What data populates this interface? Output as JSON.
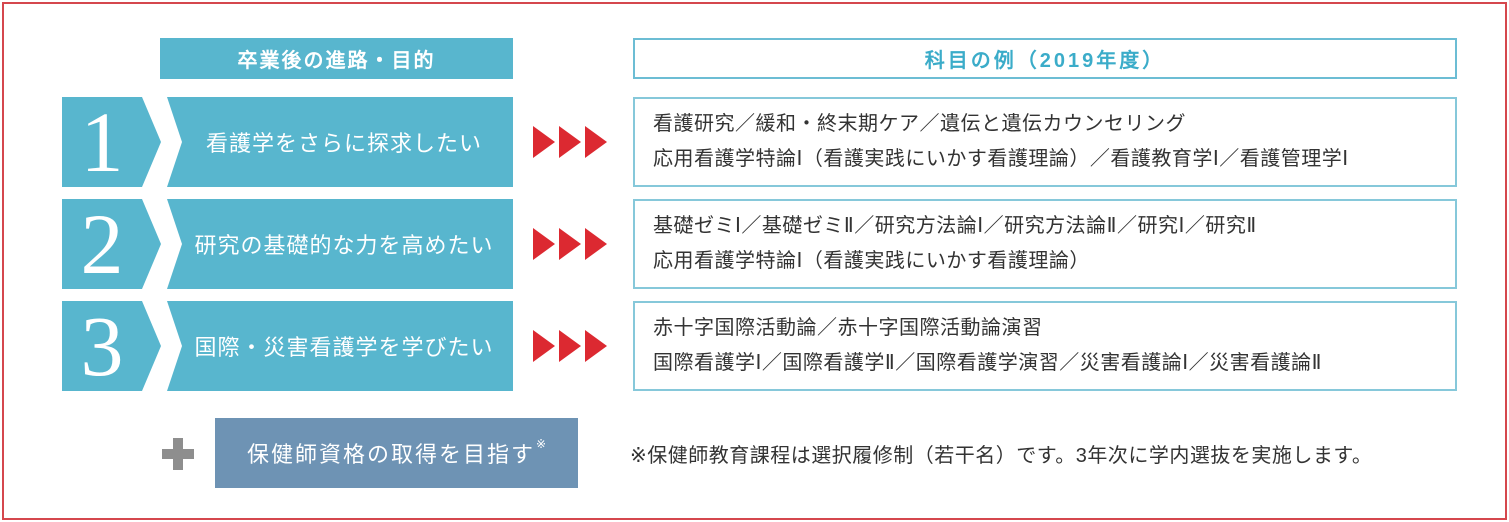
{
  "colors": {
    "teal": "#58b6ce",
    "teal_border": "#86c8da",
    "teal_text": "#3bacc9",
    "arrow_red": "#dc2931",
    "frame_red": "#d5474d",
    "slate_blue": "#6e93b4",
    "plus_gray": "#8e8e8e",
    "body_text": "#333333"
  },
  "header": {
    "left": "卒業後の進路・目的",
    "right": "科目の例（2019年度）"
  },
  "rows": [
    {
      "number": "1",
      "goal": "看護学をさらに探求したい",
      "subjects": [
        "看護研究／緩和・終末期ケア／遺伝と遺伝カウンセリング",
        "応用看護学特論Ⅰ（看護実践にいかす看護理論）／看護教育学Ⅰ／看護管理学Ⅰ"
      ]
    },
    {
      "number": "2",
      "goal": "研究の基礎的な力を高めたい",
      "subjects": [
        "基礎ゼミⅠ／基礎ゼミⅡ／研究方法論Ⅰ／研究方法論Ⅱ／研究Ⅰ／研究Ⅱ",
        "応用看護学特論Ⅰ（看護実践にいかす看護理論）"
      ]
    },
    {
      "number": "3",
      "goal": "国際・災害看護学を学びたい",
      "subjects": [
        "赤十字国際活動論／赤十字国際活動論演習",
        "国際看護学Ⅰ／国際看護学Ⅱ／国際看護学演習／災害看護論Ⅰ／災害看護論Ⅱ"
      ]
    }
  ],
  "extra": {
    "plus_label": "保健師資格の取得を目指す",
    "superscript": "※",
    "note": "※保健師教育課程は選択履修制（若干名）です。3年次に学内選抜を実施します。"
  }
}
